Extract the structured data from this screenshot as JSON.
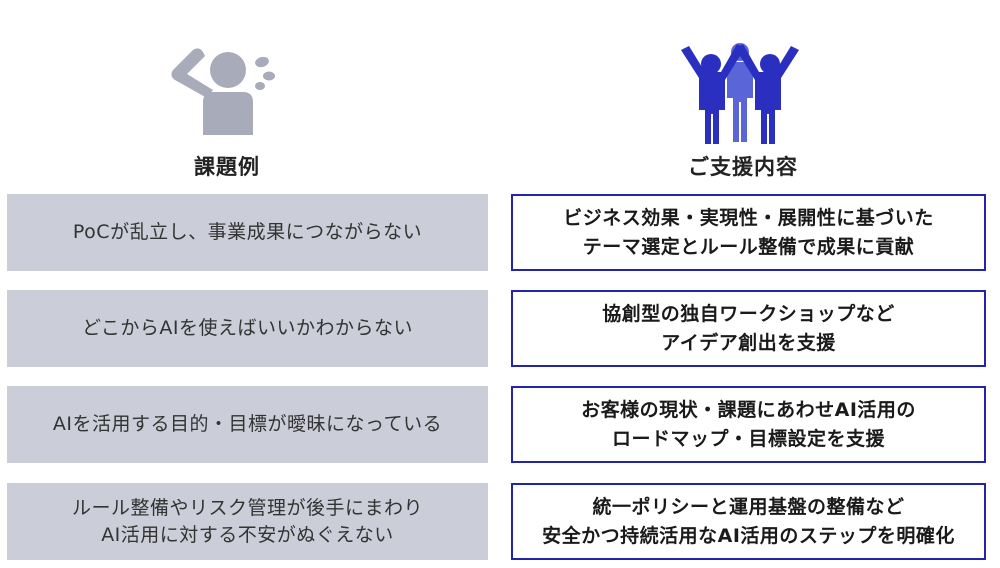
{
  "left_column": {
    "heading": "課題例",
    "icon": "person-sneezing-icon",
    "items": [
      {
        "lines": [
          "PoCが乱立し、事業成果につながらない"
        ]
      },
      {
        "lines": [
          "どこからAIを使えばいいかわからない"
        ]
      },
      {
        "lines": [
          "AIを活用する目的・目標が曖昧になっている"
        ]
      },
      {
        "lines": [
          "ルール整備やリスク管理が後手にまわり",
          "AI活用に対する不安がぬぐえない"
        ]
      }
    ]
  },
  "right_column": {
    "heading": "ご支援内容",
    "icon": "team-cheering-icon",
    "items": [
      {
        "lines": [
          "ビジネス効果・実現性・展開性に基づいた",
          "テーマ選定とルール整備で成果に貢献"
        ]
      },
      {
        "lines": [
          "協創型の独自ワークショップなど",
          "アイデア創出を支援"
        ]
      },
      {
        "lines": [
          "お客様の現状・課題にあわせAI活用の",
          "ロードマップ・目標設定を支援"
        ]
      },
      {
        "lines": [
          "統一ポリシーと運用基盤の整備など",
          "安全かつ持続活用なAI活用のステップを明確化"
        ]
      }
    ]
  },
  "colors": {
    "issue_bg": "#cbced8",
    "issue_icon": "#a8abb9",
    "support_border": "#2424a8",
    "team_dark": "#2a2fc0",
    "team_light": "#5a66d8"
  }
}
